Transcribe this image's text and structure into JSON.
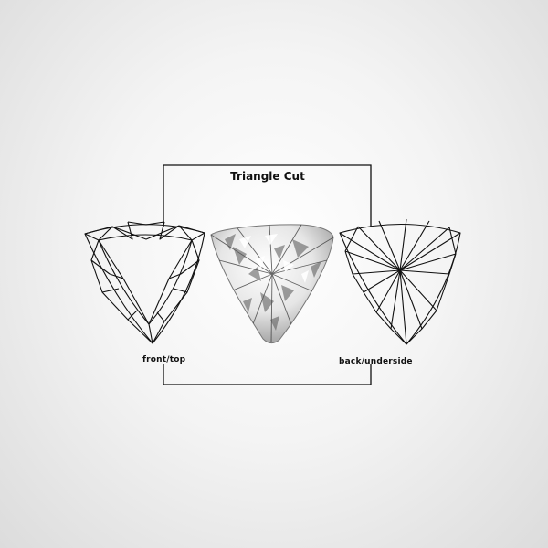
{
  "diagram": {
    "title": "Triangle Cut",
    "labels": {
      "front": "front/top",
      "back": "back/underside"
    },
    "views": [
      {
        "name": "front-top-line-drawing"
      },
      {
        "name": "photo-diamond"
      },
      {
        "name": "back-underside-line-drawing"
      }
    ],
    "colors": {
      "line": "#111111",
      "background": "#eeeeee"
    }
  }
}
